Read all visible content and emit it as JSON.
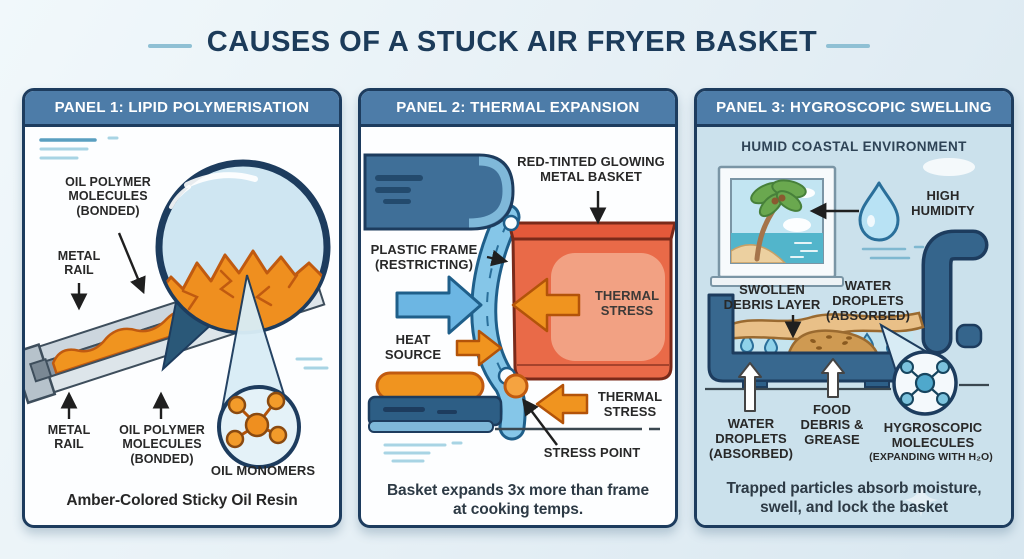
{
  "title": "CAUSES OF A STUCK AIR FRYER BASKET",
  "colors": {
    "background": "#e5eff5",
    "panel_header_blue": "#4d7ca8",
    "panel_border_navy": "#1d3c5e",
    "panel3_body_blue": "#cbe1ec",
    "title_navy": "#1c3b5a",
    "label_black": "#282828",
    "resin_orange": "#f0941f",
    "resin_orange_dark": "#c05a10",
    "basket_red": "#e96a48",
    "plastic_frame_blue": "#85c6e8",
    "fryer_body_blue": "#3f6f98",
    "accent_teal_dash": "#8fc0d4",
    "water_blue": "#8fd2ea"
  },
  "panels": [
    {
      "id": "panel-1",
      "header": "PANEL 1: LIPID POLYMERISATION",
      "labels": {
        "oil_polymer_top": "OIL POLYMER\nMOLECULES\n(BONDED)",
        "metal_rail_left": "METAL\nRAIL",
        "metal_rail_bottom": "METAL\nRAIL",
        "oil_polymer_bottom": "OIL POLYMER\nMOLECULES\n(BONDED)",
        "oil_monomers": "OIL MONOMERS"
      },
      "caption": "Amber-Colored Sticky Oil Resin"
    },
    {
      "id": "panel-2",
      "header": "PANEL 2: THERMAL EXPANSION",
      "labels": {
        "red_basket": "RED-TINTED GLOWING\nMETAL BASKET",
        "plastic_frame": "PLASTIC FRAME\n(RESTRICTING)",
        "heat_source": "HEAT\nSOURCE",
        "thermal_stress_upper": "THERMAL\nSTRESS",
        "thermal_stress_lower": "THERMAL\nSTRESS",
        "stress_point": "STRESS POINT"
      },
      "caption": "Basket expands 3x more than frame\nat cooking temps."
    },
    {
      "id": "panel-3",
      "header": "PANEL 3: HYGROSCOPIC SWELLING",
      "scene_title": "HUMID COASTAL ENVIRONMENT",
      "labels": {
        "high_humidity": "HIGH\nHUMIDITY",
        "swollen_debris": "SWOLLEN\nDEBRIS LAYER",
        "water_droplets_upper": "WATER\nDROPLETS\n(ABSORBED)",
        "water_droplets_lower": "WATER\nDROPLETS\n(ABSORBED)",
        "food_debris": "FOOD\nDEBRIS &\nGREASE",
        "hygroscopic": "HYGROSCOPIC\nMOLECULES",
        "hygroscopic_sub": "(EXPANDING WITH H₂O)"
      },
      "caption": "Trapped particles absorb moisture,\nswell, and lock the basket"
    }
  ]
}
